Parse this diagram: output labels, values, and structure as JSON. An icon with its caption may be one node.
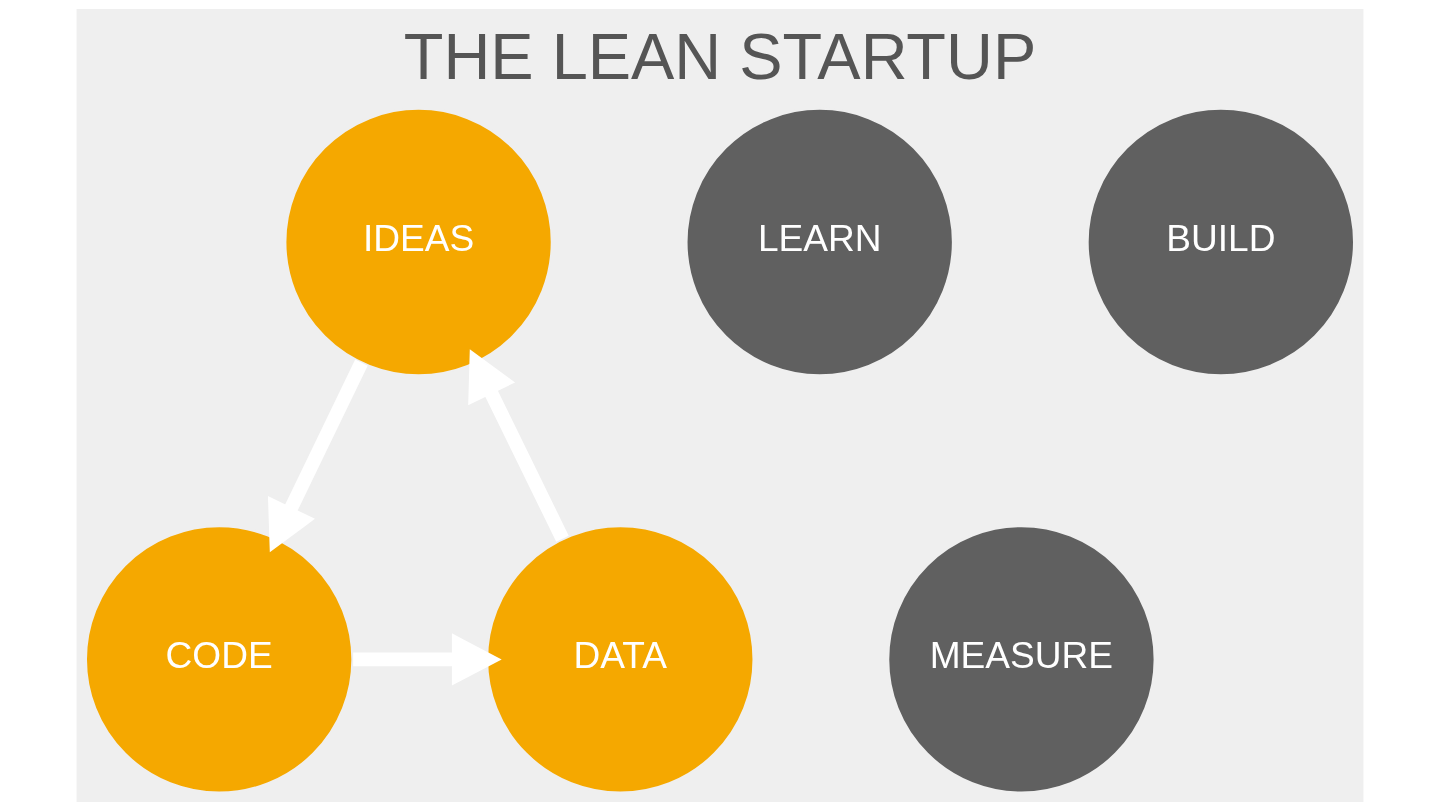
{
  "diagram": {
    "title": "THE LEAN STARTUP",
    "nodes": [
      {
        "text": [
          "IDEAS"
        ]
      },
      {
        "text": [
          "LEARN"
        ]
      },
      {
        "text": [
          "BUILD"
        ]
      },
      {
        "text": [
          "DATA"
        ]
      },
      {
        "text": [
          "CODE"
        ]
      },
      {
        "text": [
          "MEASURE"
        ]
      }
    ],
    "edges": [
      {
        "from": 0,
        "to": 4,
        "arrow": "to"
      },
      {
        "from": 4,
        "to": 3,
        "arrow": "to"
      },
      {
        "from": 3,
        "to": 0,
        "arrow": "to"
      }
    ]
  }
}
